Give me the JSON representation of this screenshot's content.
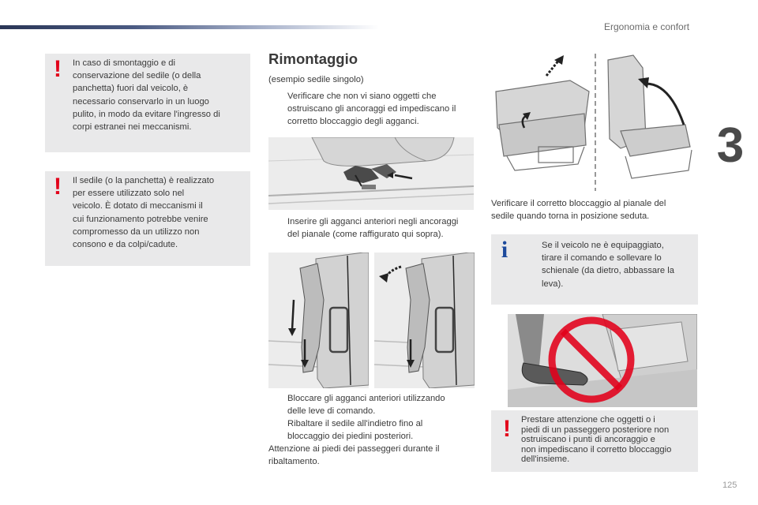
{
  "header": {
    "chapter_title": "Ergonomia e confort",
    "chapter_number": "3",
    "page_number": "125"
  },
  "left_notes": [
    {
      "icon": "warning-icon",
      "lines": [
        "In caso di smontaggio e di",
        "conservazione del sedile (o della",
        "panchetta) fuori dal veicolo, è",
        "necessario conservarlo in un luogo",
        "pulito, in modo da evitare l'ingresso di",
        "corpi estranei nei meccanismi."
      ]
    },
    {
      "icon": "warning-icon",
      "lines": [
        "Il sedile (o la panchetta) è realizzato",
        "per essere utilizzato solo nel",
        "veicolo. È dotato di meccanismi il",
        "cui funzionamento potrebbe venire",
        "compromesso da un utilizzo non",
        "consono e da colpi/cadute."
      ]
    }
  ],
  "middle": {
    "title": "Rimontaggio",
    "subtitle": "(esempio sedile singolo)",
    "bullet_marker": "",
    "bullet1": [
      "Verificare che non vi siano oggetti che",
      "ostruiscano gli ancoraggi ed impediscano il",
      "corretto bloccaggio degli agganci."
    ],
    "bullet2": [
      "Inserire gli agganci anteriori negli ancoraggi",
      "del pianale (come raffigurato qui sopra)."
    ],
    "bullet3": [
      "Bloccare gli agganci anteriori utilizzando",
      "delle leve di comando."
    ],
    "bullet4": [
      "Ribaltare il sedile all'indietro fino al",
      "bloccaggio dei piedini posteriori."
    ],
    "closing": [
      "Attenzione ai piedi dei passeggeri durante il",
      "ribaltamento."
    ]
  },
  "right": {
    "caption": [
      "Verificare il corretto bloccaggio al pianale del",
      "sedile quando torna in posizione seduta."
    ],
    "info_note": {
      "icon": "info-icon",
      "lines": [
        "Se il veicolo ne è equipaggiato,",
        "tirare il comando e sollevare lo",
        "schienale (da dietro, abbassare la",
        "leva)."
      ]
    },
    "warning_note": {
      "icon": "warning-icon",
      "lines": [
        "Prestare attenzione che oggetti o i",
        "piedi di un passeggero posteriore non",
        "ostruiscano i punti di ancoraggio e",
        "non impediscano il corretto bloccaggio",
        "dell'insieme."
      ]
    }
  },
  "colors": {
    "warning": "#e2001a",
    "info": "#1d4a9c",
    "note_bg": "#e9e9ea",
    "header_bar": "#2a3656"
  }
}
